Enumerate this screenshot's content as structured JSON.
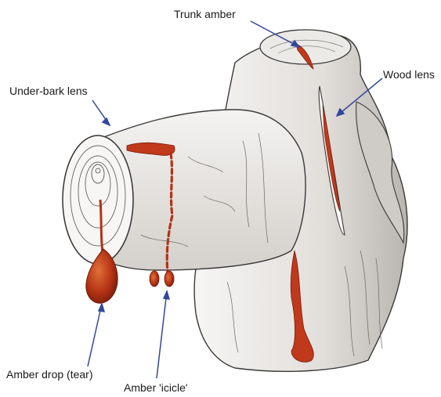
{
  "labels": {
    "trunk_amber": "Trunk amber",
    "wood_lens": "Wood lens",
    "under_bark_lens": "Under-bark lens",
    "amber_drop": "Amber  drop (tear)",
    "amber_icicle": "Amber 'icicle'"
  },
  "colors": {
    "amber": "#c0391b",
    "amber_dark": "#8a1f10",
    "arrow": "#33479a",
    "bark": "#e9e7e4",
    "bark_shadow": "#8e8a86",
    "ink": "#2a2a2a"
  }
}
